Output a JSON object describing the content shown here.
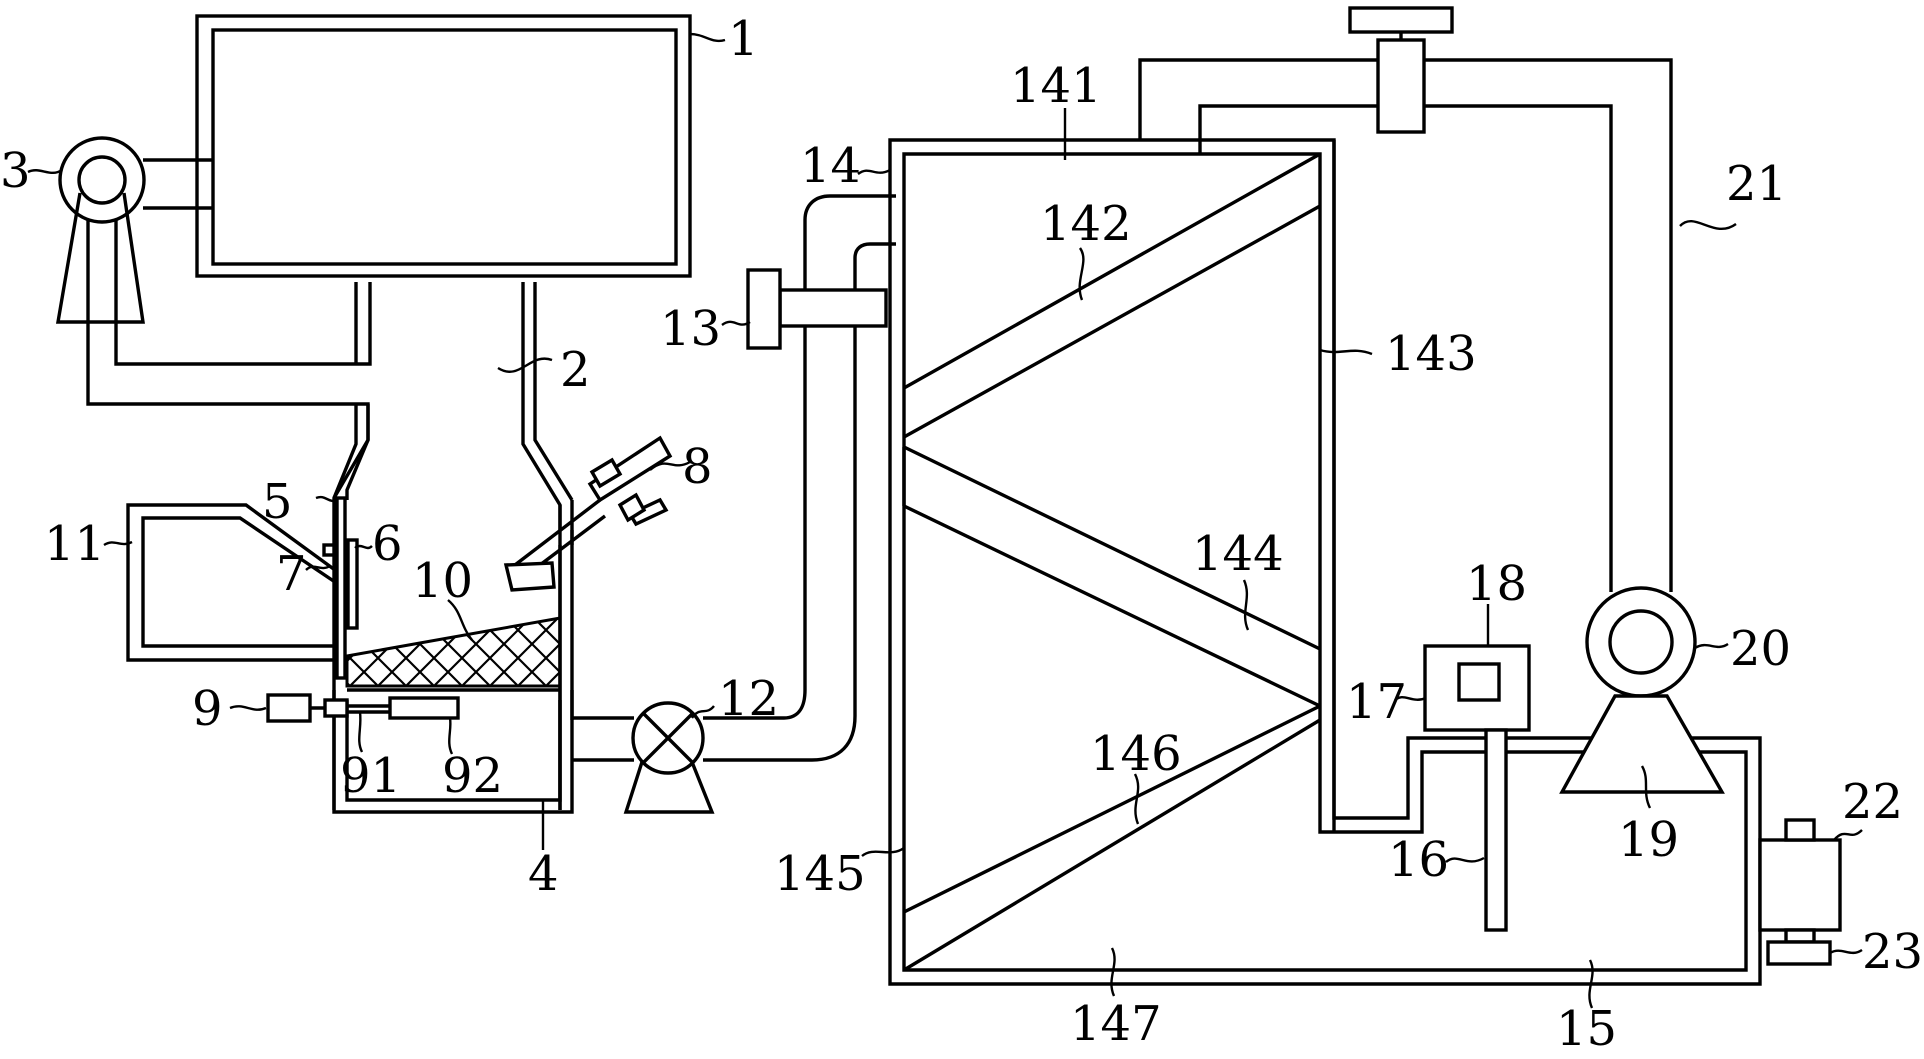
{
  "diagram": {
    "labels": {
      "l1": "1",
      "l2": "2",
      "l3": "3",
      "l4": "4",
      "l5": "5",
      "l6": "6",
      "l7": "7",
      "l8": "8",
      "l9": "9",
      "l91": "91",
      "l92": "92",
      "l10": "10",
      "l11": "11",
      "l12": "12",
      "l13": "13",
      "l14": "14",
      "l141": "141",
      "l142": "142",
      "l143": "143",
      "l144": "144",
      "l145": "145",
      "l146": "146",
      "l147": "147",
      "l15": "15",
      "l16": "16",
      "l17": "17",
      "l18": "18",
      "l19": "19",
      "l20": "20",
      "l21": "21",
      "l22": "22",
      "l23": "23"
    },
    "colors": {
      "line": "#000000",
      "background": "#ffffff"
    }
  }
}
